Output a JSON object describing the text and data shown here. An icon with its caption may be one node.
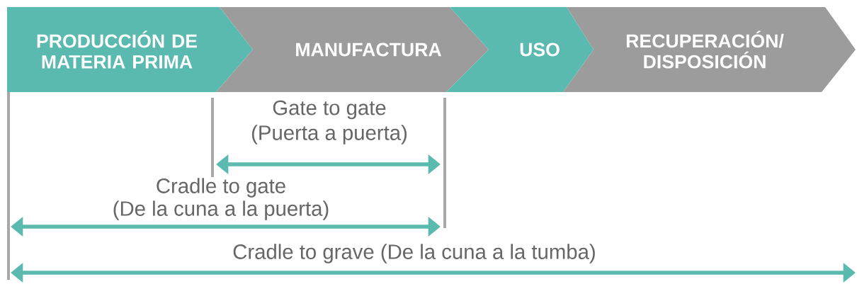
{
  "diagram": {
    "nodes": [
      {
        "text": [
          "PRODUCCIÓN DE MATERIA PRIMA"
        ]
      },
      {
        "text": [
          "MANUFACTURA"
        ]
      },
      {
        "text": [
          "USO"
        ]
      },
      {
        "text": [
          "RECUPERACIÓN/ DISPOSICIÓN"
        ]
      }
    ],
    "labels": [
      "Gate to gate",
      "(Puerta a puerta)",
      "Cradle to gate",
      "(De la cuna a la puerta)",
      "Cradle to grave (De la cuna a la tumba)"
    ]
  }
}
